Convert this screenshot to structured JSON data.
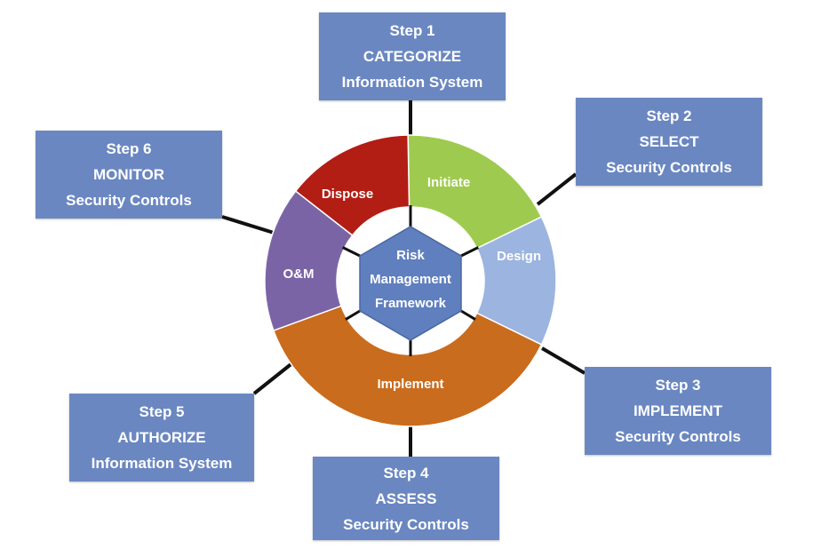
{
  "colors": {
    "box": "#6a87c1",
    "initiate": "#9ecb4f",
    "design": "#9cb4e0",
    "implement": "#c96c1d",
    "om": "#7b64a6",
    "dispose": "#b21d14",
    "hub": "#5f7fbe",
    "connector": "#111111"
  },
  "center": {
    "lines": [
      "Risk",
      "Management",
      "Framework"
    ]
  },
  "lifecycle": [
    {
      "key": "initiate",
      "label": "Initiate"
    },
    {
      "key": "design",
      "label": "Design"
    },
    {
      "key": "implement",
      "label": "Implement"
    },
    {
      "key": "om",
      "label": "O&M"
    },
    {
      "key": "dispose",
      "label": "Dispose"
    }
  ],
  "steps": [
    {
      "step": "Step 1",
      "action": "CATEGORIZE",
      "object": "Information System"
    },
    {
      "step": "Step 2",
      "action": "SELECT",
      "object": "Security Controls"
    },
    {
      "step": "Step 3",
      "action": "IMPLEMENT",
      "object": "Security Controls"
    },
    {
      "step": "Step 4",
      "action": "ASSESS",
      "object": "Security Controls"
    },
    {
      "step": "Step 5",
      "action": "AUTHORIZE",
      "object": "Information System"
    },
    {
      "step": "Step 6",
      "action": "MONITOR",
      "object": "Security Controls"
    }
  ]
}
